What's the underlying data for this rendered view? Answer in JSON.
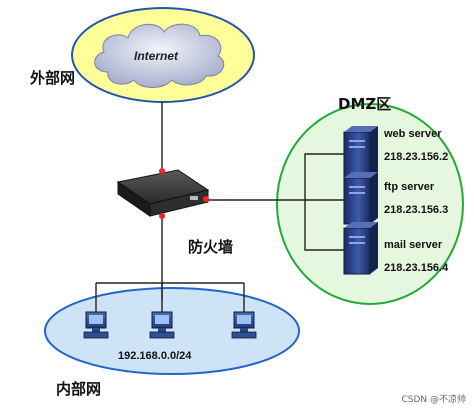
{
  "internet": {
    "zone_label": "外部网",
    "cloud_text": "Internet"
  },
  "firewall": {
    "label": "防火墙"
  },
  "dmz": {
    "zone_label": "DMZ区",
    "servers": [
      {
        "name": "web server",
        "ip": "218.23.156.2"
      },
      {
        "name": "ftp server",
        "ip": "218.23.156.3"
      },
      {
        "name": "mail server",
        "ip": "218.23.156.4"
      }
    ]
  },
  "lan": {
    "zone_label": "内部网",
    "subnet": "192.168.0.0/24"
  },
  "colors": {
    "internet_fill": "#ffff99",
    "internet_border": "#2255aa",
    "dmz_fill": "#e6f7e0",
    "dmz_border": "#22aa33",
    "lan_fill": "#cfe3f7",
    "lan_border": "#2266cc",
    "link_dot": "#ff2222",
    "line": "#222222"
  },
  "watermark": "CSDN @不凉帅"
}
